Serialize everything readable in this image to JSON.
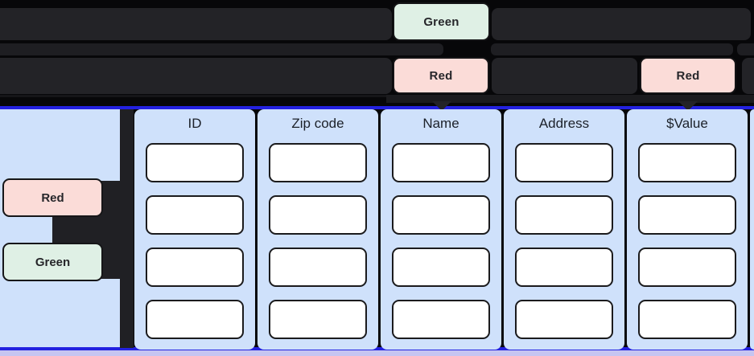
{
  "timeline": {
    "track1": {
      "clip_label": "Green"
    },
    "track2": {
      "clip1_label": "Red",
      "clip2_label": "Red"
    }
  },
  "sidebar": {
    "badges": [
      {
        "label": "Red",
        "type": "red"
      },
      {
        "label": "Green",
        "type": "green"
      }
    ]
  },
  "table": {
    "columns": [
      {
        "header": "ID",
        "cells": [
          "",
          "",
          "",
          ""
        ]
      },
      {
        "header": "Zip code",
        "cells": [
          "",
          "",
          "",
          ""
        ]
      },
      {
        "header": "Name",
        "cells": [
          "",
          "",
          "",
          ""
        ]
      },
      {
        "header": "Address",
        "cells": [
          "",
          "",
          "",
          ""
        ]
      },
      {
        "header": "$Value",
        "cells": [
          "",
          "",
          "",
          ""
        ]
      }
    ],
    "rows_per_column": 4
  },
  "colors": {
    "background": "#070709",
    "track": "#232327",
    "clip_green": "#dff0e5",
    "clip_red": "#fbdcd8",
    "panel_blue": "#cfe1fb",
    "selection_blue": "#2321e0",
    "bottom_strip": "#c6c5f1",
    "cell_fill": "#ffffff",
    "cell_border": "#1b1b1d",
    "text_dark": "#26262a"
  }
}
